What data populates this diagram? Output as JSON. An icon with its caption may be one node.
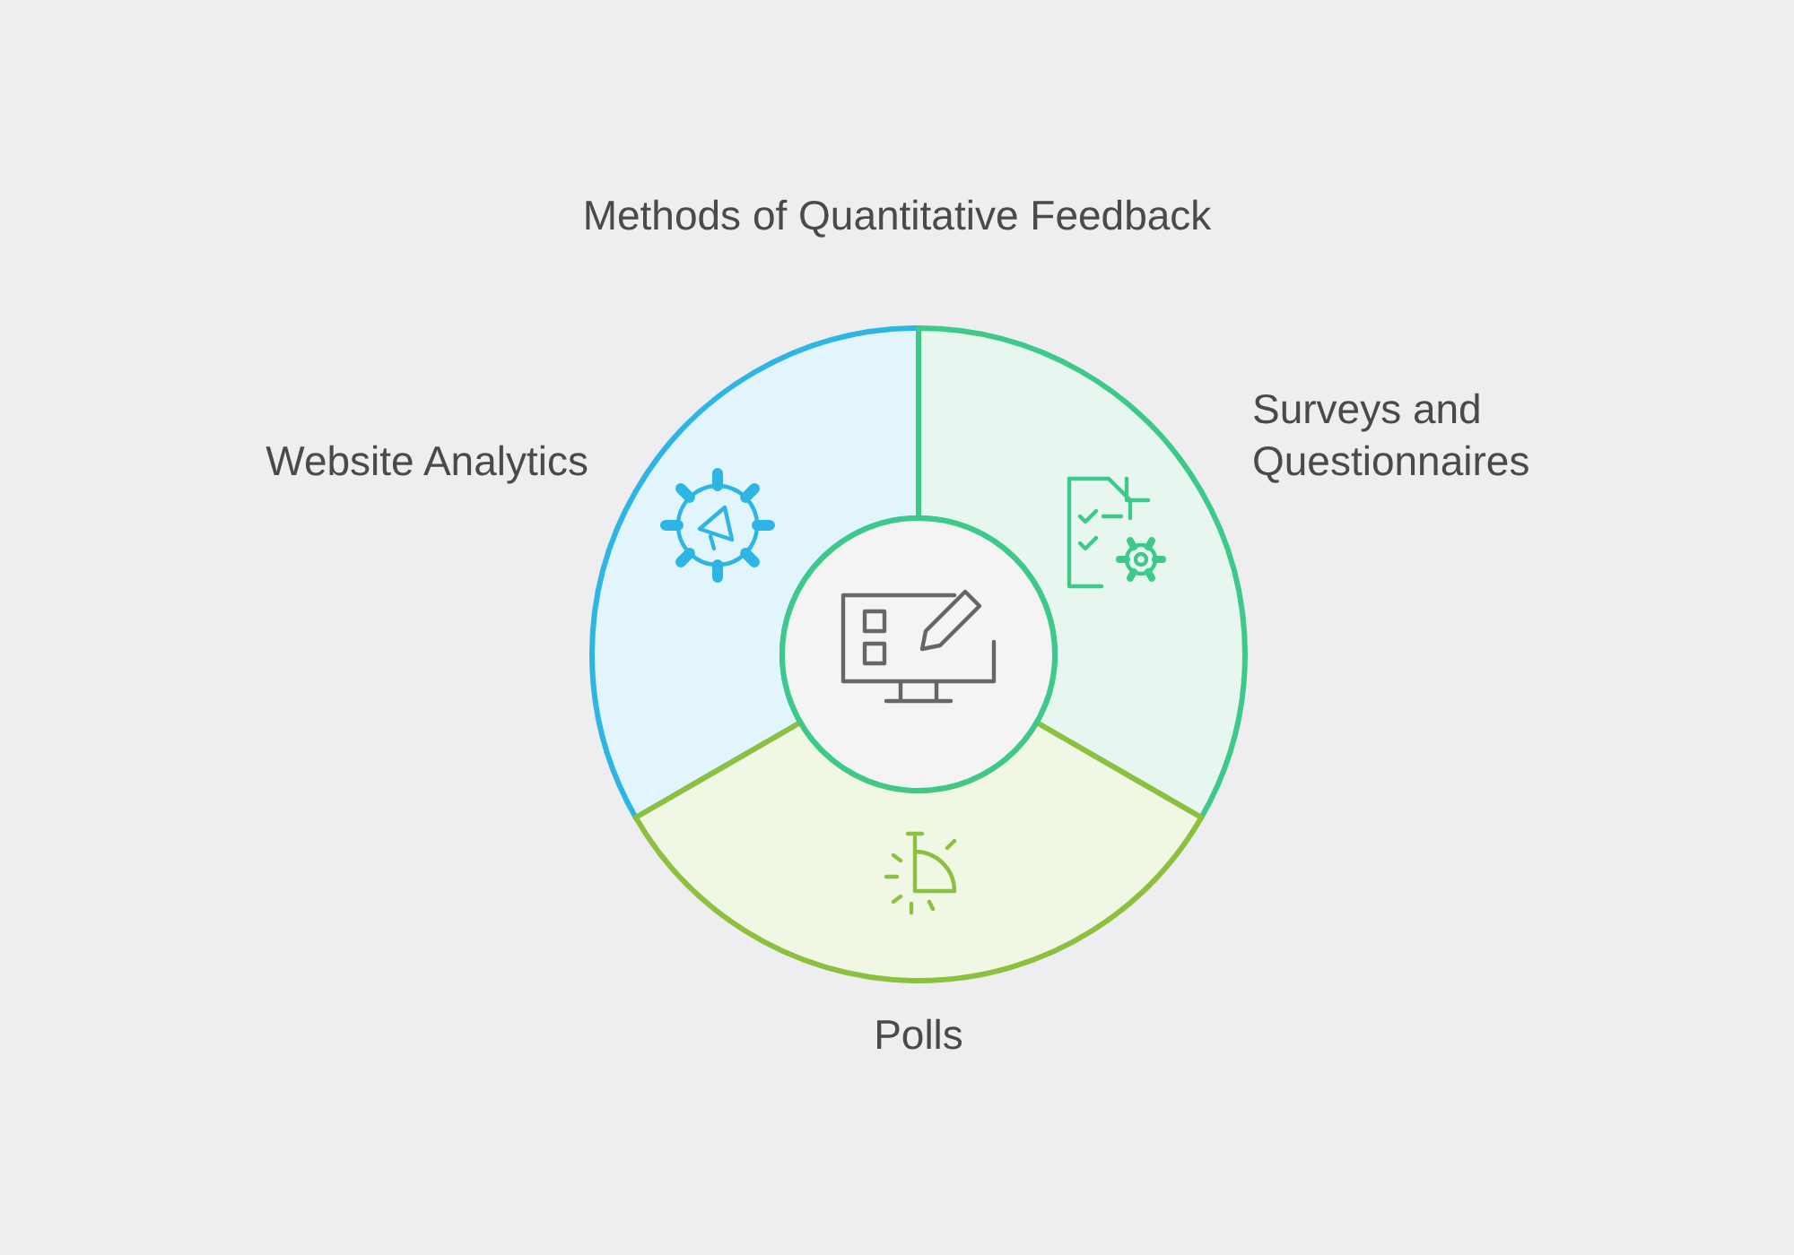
{
  "diagram": {
    "title": "Methods of Quantitative Feedback",
    "nodes": [
      {
        "text": [
          "Website Analytics"
        ]
      },
      {
        "text": [
          "Surveys and Questionnaires"
        ]
      },
      {
        "text": [
          "Polls"
        ]
      },
      {
        "text": [],
        "shape": "circle"
      }
    ],
    "edges": []
  }
}
